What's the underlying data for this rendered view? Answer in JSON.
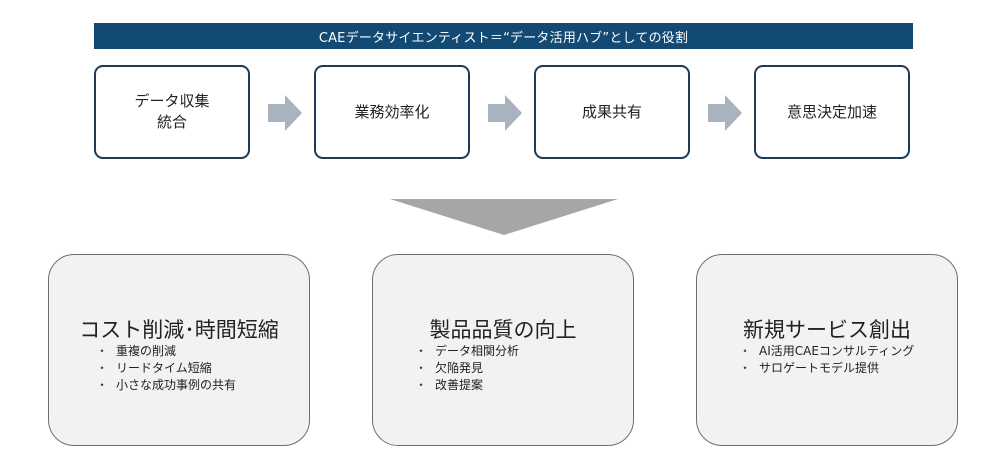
{
  "banner": {
    "title": "CAEデータサイエンティスト＝“データ活用ハブ”としての役割"
  },
  "steps": [
    {
      "label": "データ収集\n統合"
    },
    {
      "label": "業務効率化"
    },
    {
      "label": "成果共有"
    },
    {
      "label": "意思決定加速"
    }
  ],
  "colors": {
    "banner": "#134a73",
    "step_border": "#1d3b57",
    "arrow": "#a9b3bf",
    "funnel": "#a6a6a6",
    "card_bg": "#f2f2f2",
    "card_border": "#6e6e6e"
  },
  "outcomes": [
    {
      "title": "コスト削減･時間短縮",
      "bullets": [
        "重複の削減",
        "リードタイム短縮",
        "小さな成功事例の共有"
      ]
    },
    {
      "title": "製品品質の向上",
      "bullets": [
        "データ相関分析",
        "欠陥発見",
        "改善提案"
      ]
    },
    {
      "title": "新規サービス創出",
      "bullets": [
        "AI活用CAEコンサルティング",
        "サロゲートモデル提供"
      ]
    }
  ]
}
